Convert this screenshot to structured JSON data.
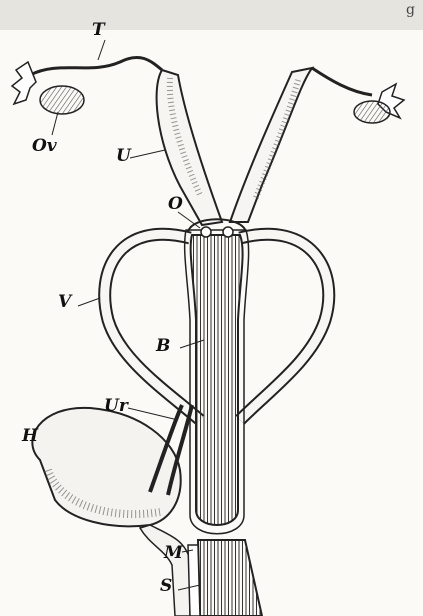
{
  "figure": {
    "labels": {
      "T": "T",
      "Ov": "Ov",
      "U": "U",
      "O": "O",
      "V": "V",
      "B": "B",
      "Ur": "Ur",
      "H": "H",
      "M": "M",
      "S": "S"
    },
    "corner_mark": "g"
  }
}
